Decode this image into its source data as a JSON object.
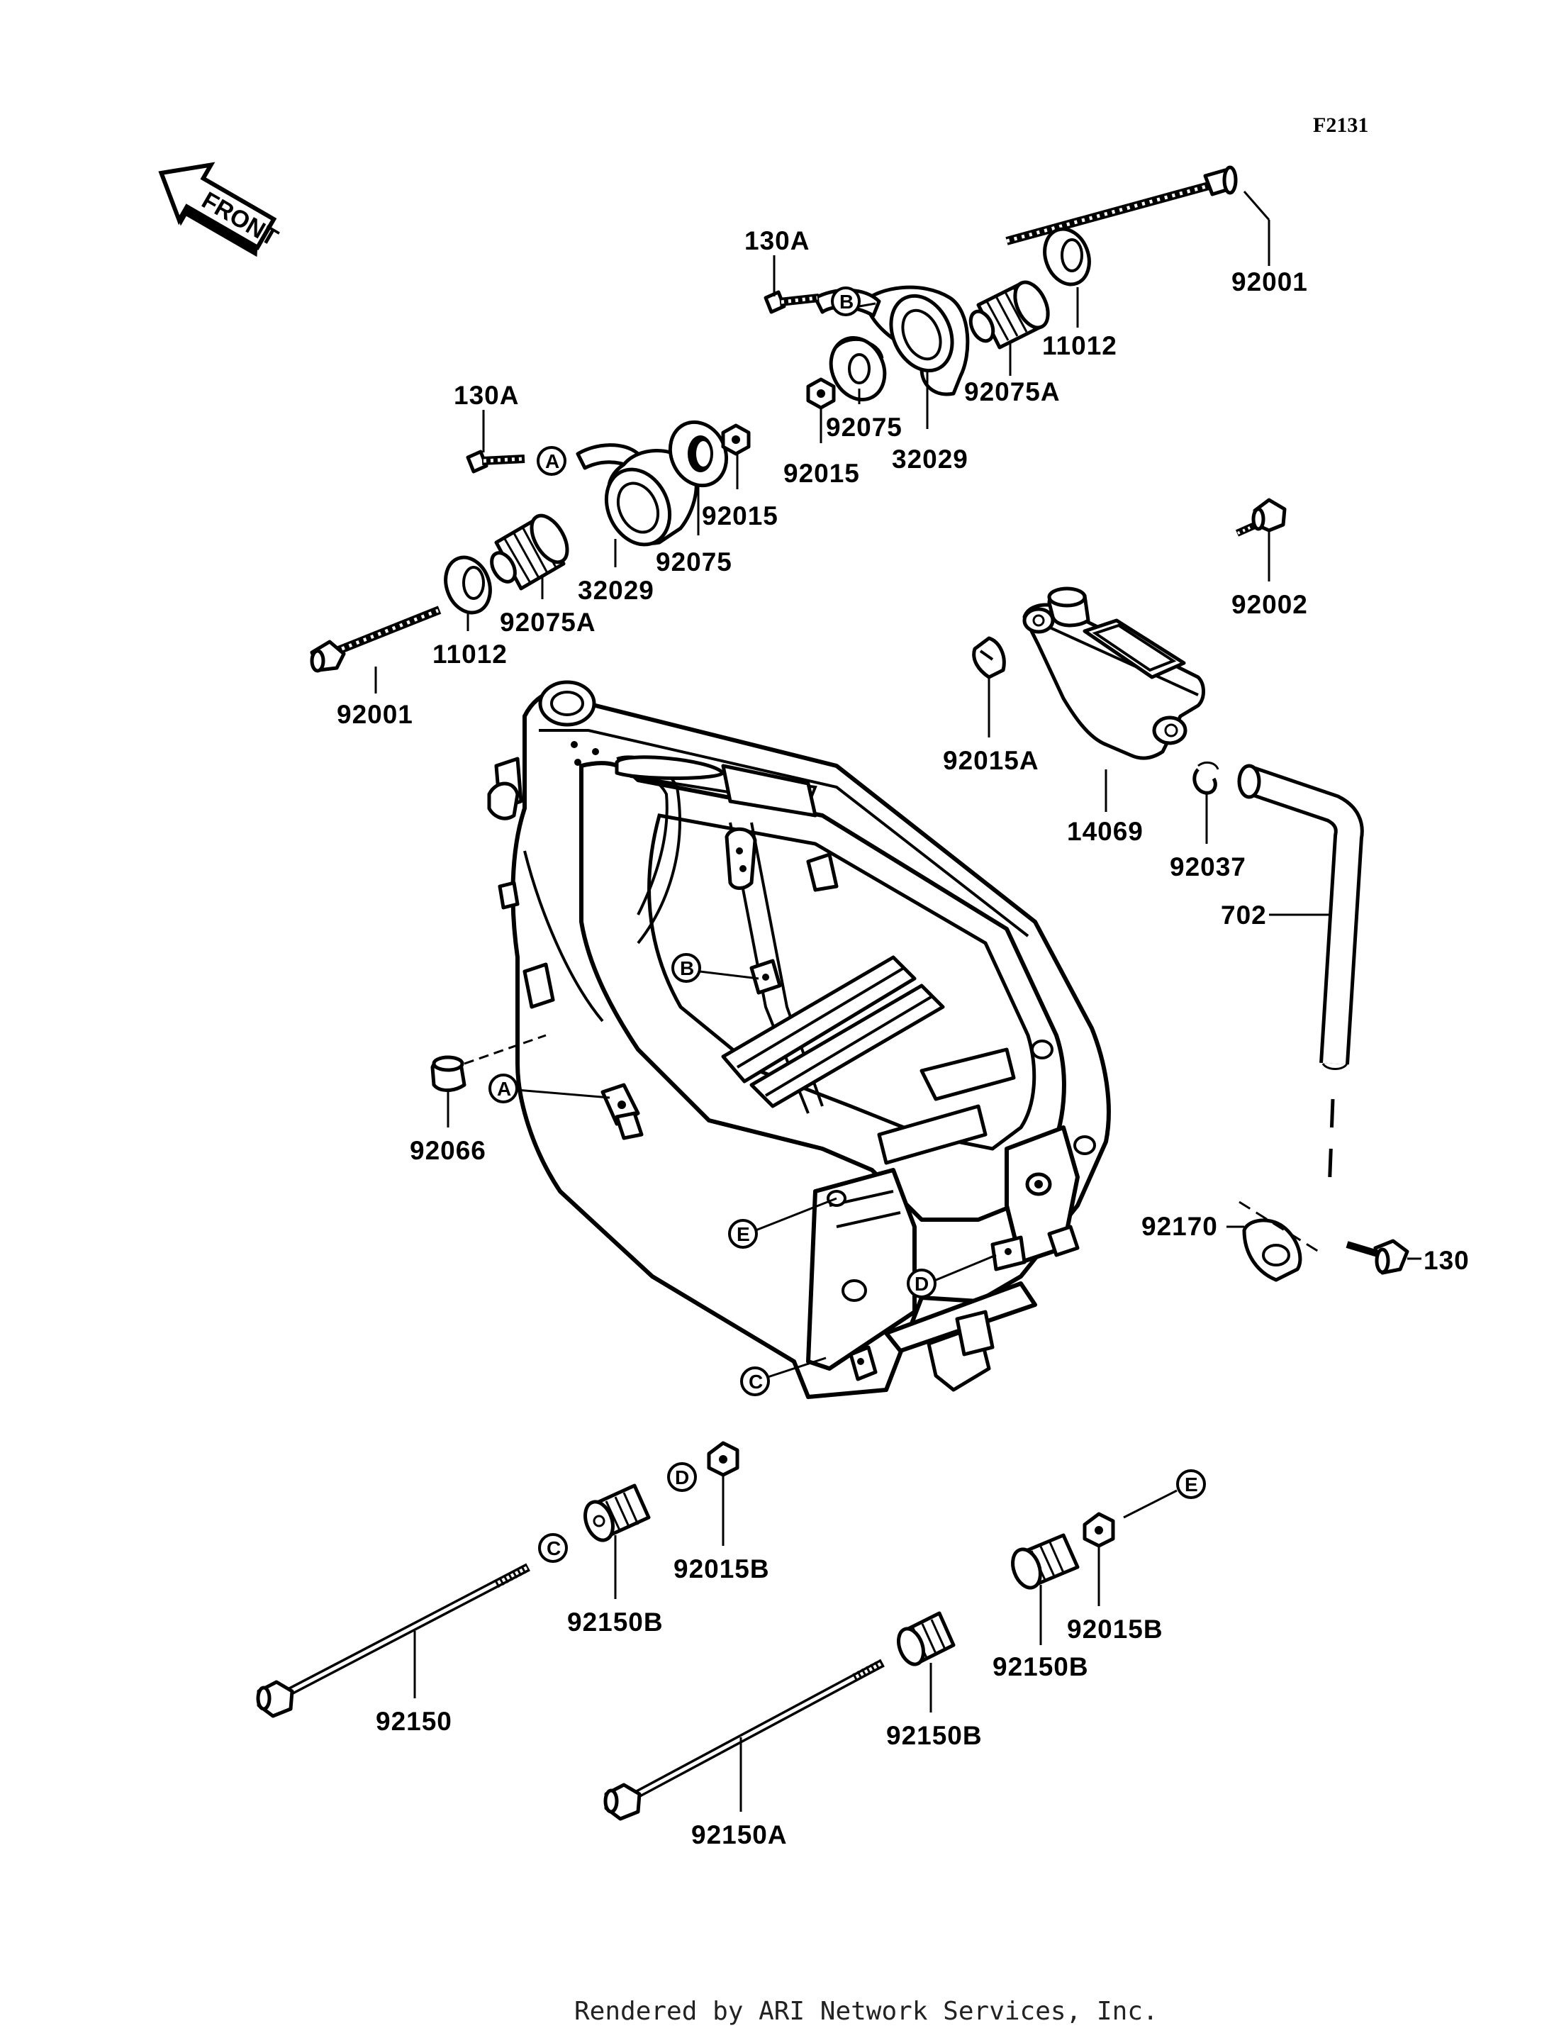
{
  "figure_id": "F2131",
  "front_label": "FRONT",
  "footer": "Rendered by ARI Network Services, Inc.",
  "part_labels": {
    "p130A_right": "130A",
    "p130A_left": "130A",
    "p92001_right": "92001",
    "p92001_left": "92001",
    "p11012_right": "11012",
    "p11012_left": "11012",
    "p92075A_right": "92075A",
    "p92075A_left": "92075A",
    "p92075_right": "92075",
    "p92075_left": "92075",
    "p32029_right": "32029",
    "p32029_left": "32029",
    "p92015_right": "92015",
    "p92015_left": "92015",
    "p92002": "92002",
    "p92015A": "92015A",
    "p14069": "14069",
    "p92037": "92037",
    "p702": "702",
    "p92066": "92066",
    "p92170": "92170",
    "p130": "130",
    "p92015B_a": "92015B",
    "p92015B_b": "92015B",
    "p92150B_a": "92150B",
    "p92150B_b": "92150B",
    "p92150B_c": "92150B",
    "p92150": "92150",
    "p92150A": "92150A"
  },
  "ref_letters": {
    "A": "A",
    "B": "B",
    "C": "C",
    "D": "D",
    "E": "E"
  }
}
